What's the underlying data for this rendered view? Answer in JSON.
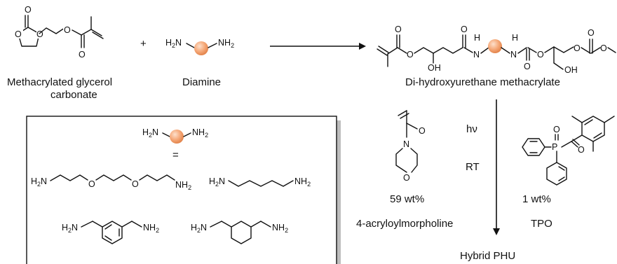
{
  "reactants": {
    "carbonate_label_line1": "Methacrylated glycerol",
    "carbonate_label_line2": "carbonate",
    "plus": "+",
    "diamine_label": "Diamine"
  },
  "product": {
    "label": "Di-hydroxyurethane methacrylate"
  },
  "conditions": {
    "light": "hν",
    "temperature": "RT",
    "diluent_amount": "59 wt%",
    "diluent_name": "4-acryloylmorpholine",
    "initiator_amount": "1 wt%",
    "initiator_name": "TPO"
  },
  "final_product": "Hybrid PHU",
  "diamine_box": {
    "equals": "="
  },
  "atoms": {
    "O": "O",
    "N": "N",
    "H": "H",
    "P": "P",
    "OH": "OH",
    "H2N": "H2N",
    "NH2": "NH2",
    "two": "2"
  },
  "colors": {
    "diamine_sphere": "#f5a878",
    "ink": "#111111",
    "box_shadow": "#bdbdbd"
  }
}
